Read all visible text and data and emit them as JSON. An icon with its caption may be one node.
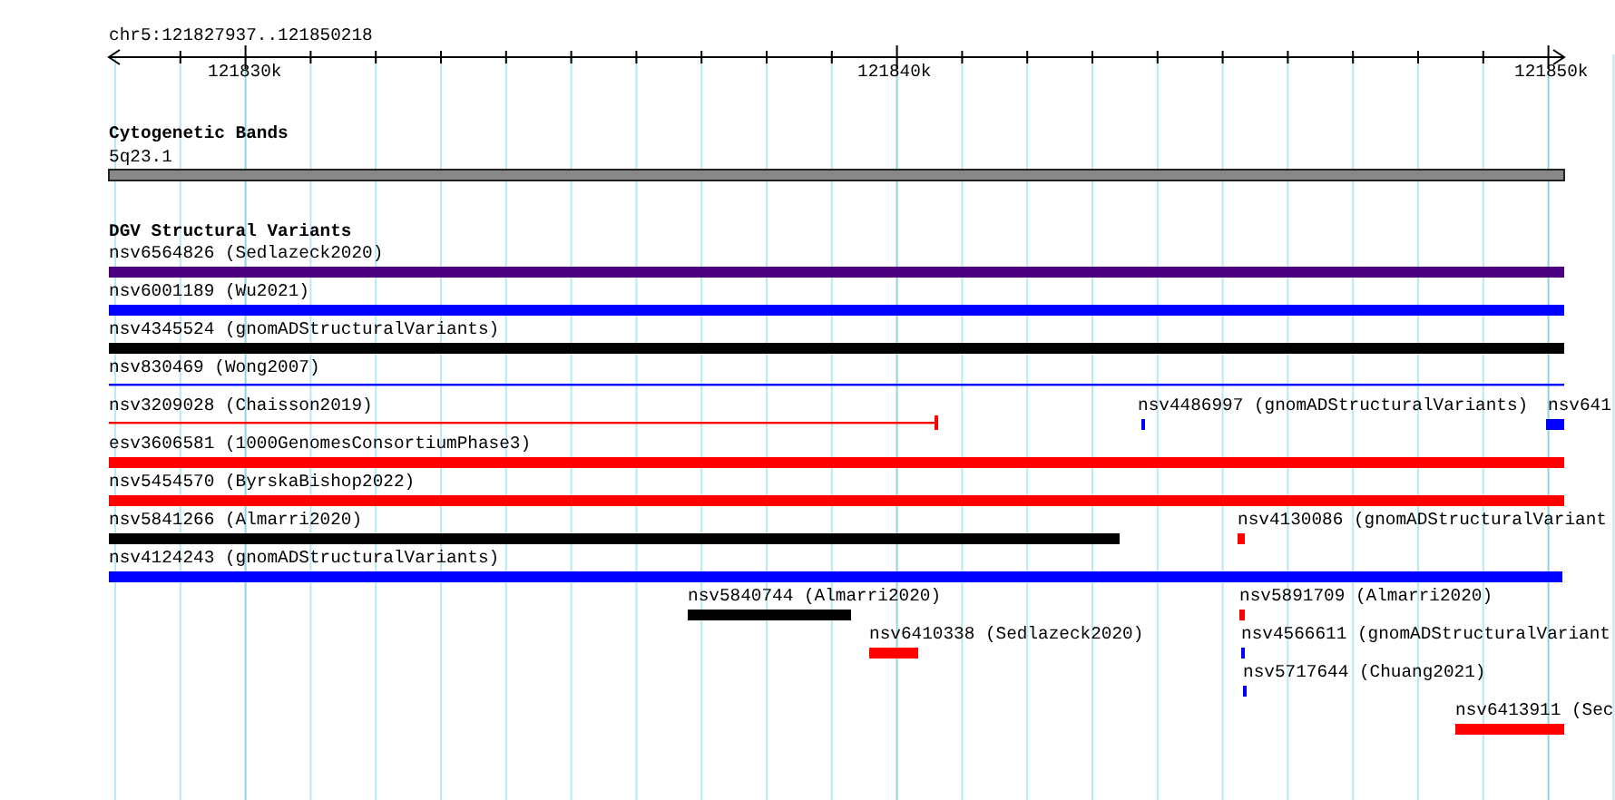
{
  "diagram": {
    "labels": [
      "chr5:121827937..121850218",
      "121830k",
      "121840k",
      "121850k",
      "Cytogenetic Bands",
      "5q23.1",
      "DGV Structural Variants",
      "nsv6564826 (Sedlazeck2020)",
      "nsv6001189 (Wu2021)",
      "nsv4345524 (gnomADStructuralVariants)",
      "nsv830469 (Wong2007)",
      "nsv3209028 (Chaisson2019)",
      "nsv4486997 (gnomADStructuralVariants)",
      "nsv641",
      "esv3606581 (1000GenomesConsortiumPhase3)",
      "nsv5454570 (ByrskaBishop2022)",
      "nsv5841266 (Almarri2020)",
      "nsv4130086 (gnomADStructuralVariant",
      "nsv4124243 (gnomADStructuralVariants)",
      "nsv5840744 (Almarri2020)",
      "nsv5891709 (Almarri2020)",
      "nsv6410338 (Sedlazeck2020)",
      "nsv4566611 (gnomADStructuralVariant",
      "nsv5717644 (Chuang2021)",
      "nsv6413911 (Sec"
    ]
  }
}
